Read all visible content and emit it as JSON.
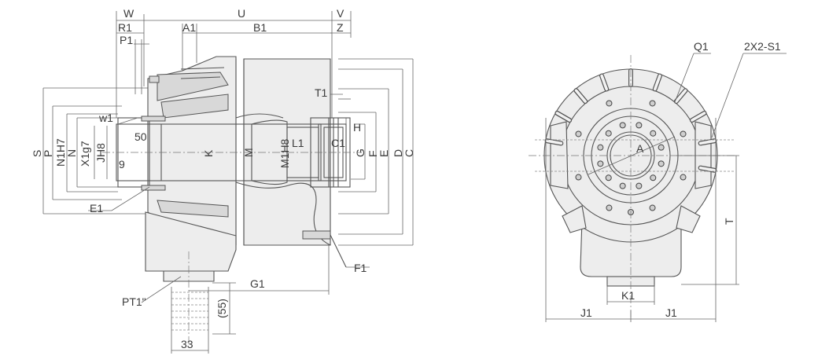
{
  "side_view": {
    "labels": {
      "W": "W",
      "U": "U",
      "V": "V",
      "R1": "R1",
      "A1": "A1",
      "B1": "B1",
      "Z": "Z",
      "P1": "P1",
      "T1": "T1",
      "w1": "w1",
      "H": "H",
      "L1": "L1",
      "C1": "C1",
      "S": "S",
      "P": "P",
      "N1H7": "N1H7",
      "N": "N",
      "X1g7": "X1g7",
      "JH8": "JH8",
      "dim50": "50",
      "K": "K",
      "M": "M",
      "M1H8": "M1H8",
      "nine": "9",
      "G": "G",
      "F": "F",
      "E": "E",
      "D": "D",
      "C": "C",
      "E1": "E1",
      "F1": "F1",
      "G1": "G1",
      "PT1": "PT1\"",
      "dim55": "(55)",
      "dim33": "33"
    }
  },
  "front_view": {
    "labels": {
      "Q1": "Q1",
      "S1": "2X2-S1",
      "A": "A",
      "T": "T",
      "K1": "K1",
      "J1_left": "J1",
      "J1_right": "J1"
    }
  }
}
